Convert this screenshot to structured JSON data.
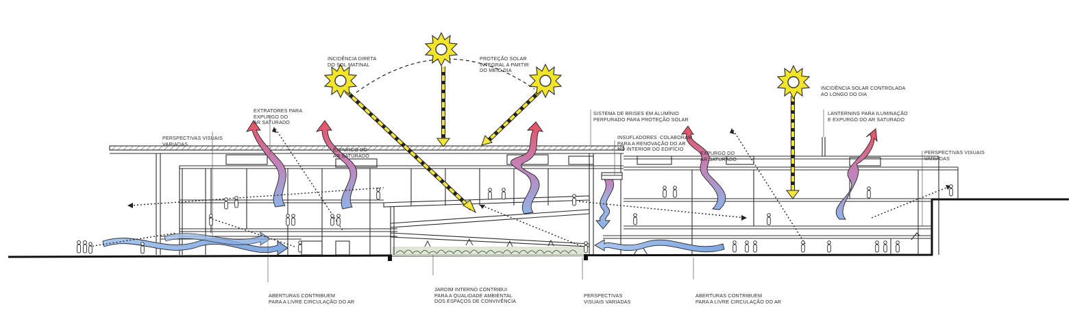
{
  "colors": {
    "sun_fill": "#f2e52a",
    "sun_stroke": "#333333",
    "ray_fill": "#f4e63a",
    "hot_air": "#e8505e",
    "cool_air": "#8fb3e6",
    "blend_air": "#c57fb4",
    "structure": "#2b2b2b",
    "garden": "#8fa07f"
  },
  "annotations": {
    "sol_matinal": [
      "INCIDÊNCIA DIRETA",
      "DO SOL MATINAL"
    ],
    "protecao_solar": [
      "PROTEÇÃO SOLAR",
      "INTEGRAL A PARTIR",
      "DO MEIO DIA"
    ],
    "incidencia_controlada": [
      "INCIDÊNCIA SOLAR CONTROLADA",
      "AO LONGO DO DIA"
    ],
    "extratores": [
      "EXTRATORES PARA",
      "EXPURGO DO",
      "AR SATURADO"
    ],
    "sistema_brises": [
      "SISTEMA DE BRISES EM ALUMÍNIO",
      "PERFURADO PARA PROTEÇÃO SOLAR"
    ],
    "lanternins": [
      "LANTERNINS PARA ILUMINAÇÃO",
      "E EXPURGO DO AR SATURADO"
    ],
    "perspectivas_esq": [
      "PERSPECTIVAS VISUAIS",
      "VARIADAS"
    ],
    "expurgo_1": [
      "EXPURGO DO",
      "AR SATURADO"
    ],
    "insufladores": [
      "INSUFLADORES  COLABORAM",
      "PARA A RENOVAÇÃO DO AR",
      "NO INTERIOR DO EDIFÍCIO"
    ],
    "expurgo_2": [
      "EXPURGO DO",
      "AR SATURADO"
    ],
    "perspectivas_dir": [
      "PERSPECTIVAS VISUAIS",
      "VARIADAS"
    ],
    "aberturas_esq": [
      "ABERTURAS CONTRIBUEM",
      "PARA A LIVRE CIRCULAÇÃO DO AR"
    ],
    "jardim": [
      "JARDIM INTERNO CONTRIBUI",
      "PARA A QUALIDADE AMBIENTAL",
      "DOS ESPAÇOS DE CONVIVÊNCIA"
    ],
    "perspectivas_centro": [
      "PERSPECTIVAS",
      "VISUAIS VARIADAS"
    ],
    "aberturas_dir": [
      "ABERTURAS CONTRIBUEM",
      "PARA A LIVRE CIRCULAÇÃO DO AR"
    ]
  },
  "icons": {
    "sun": "sun-icon",
    "person": "person-icon"
  }
}
